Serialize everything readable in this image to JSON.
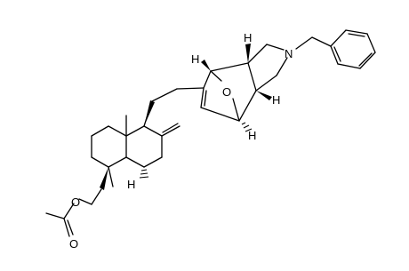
{
  "structure": {
    "atom_labels": {
      "oxygen_ester": "O",
      "oxygen_carbonyl": "O",
      "oxygen_bridge": "O",
      "nitrogen": "N",
      "h_upper_left": "H",
      "h_upper_right": "H",
      "h_right": "H",
      "h_lower": "H",
      "h_decalin": "H"
    },
    "colors": {
      "ink": "#000000",
      "background": "#ffffff"
    }
  }
}
